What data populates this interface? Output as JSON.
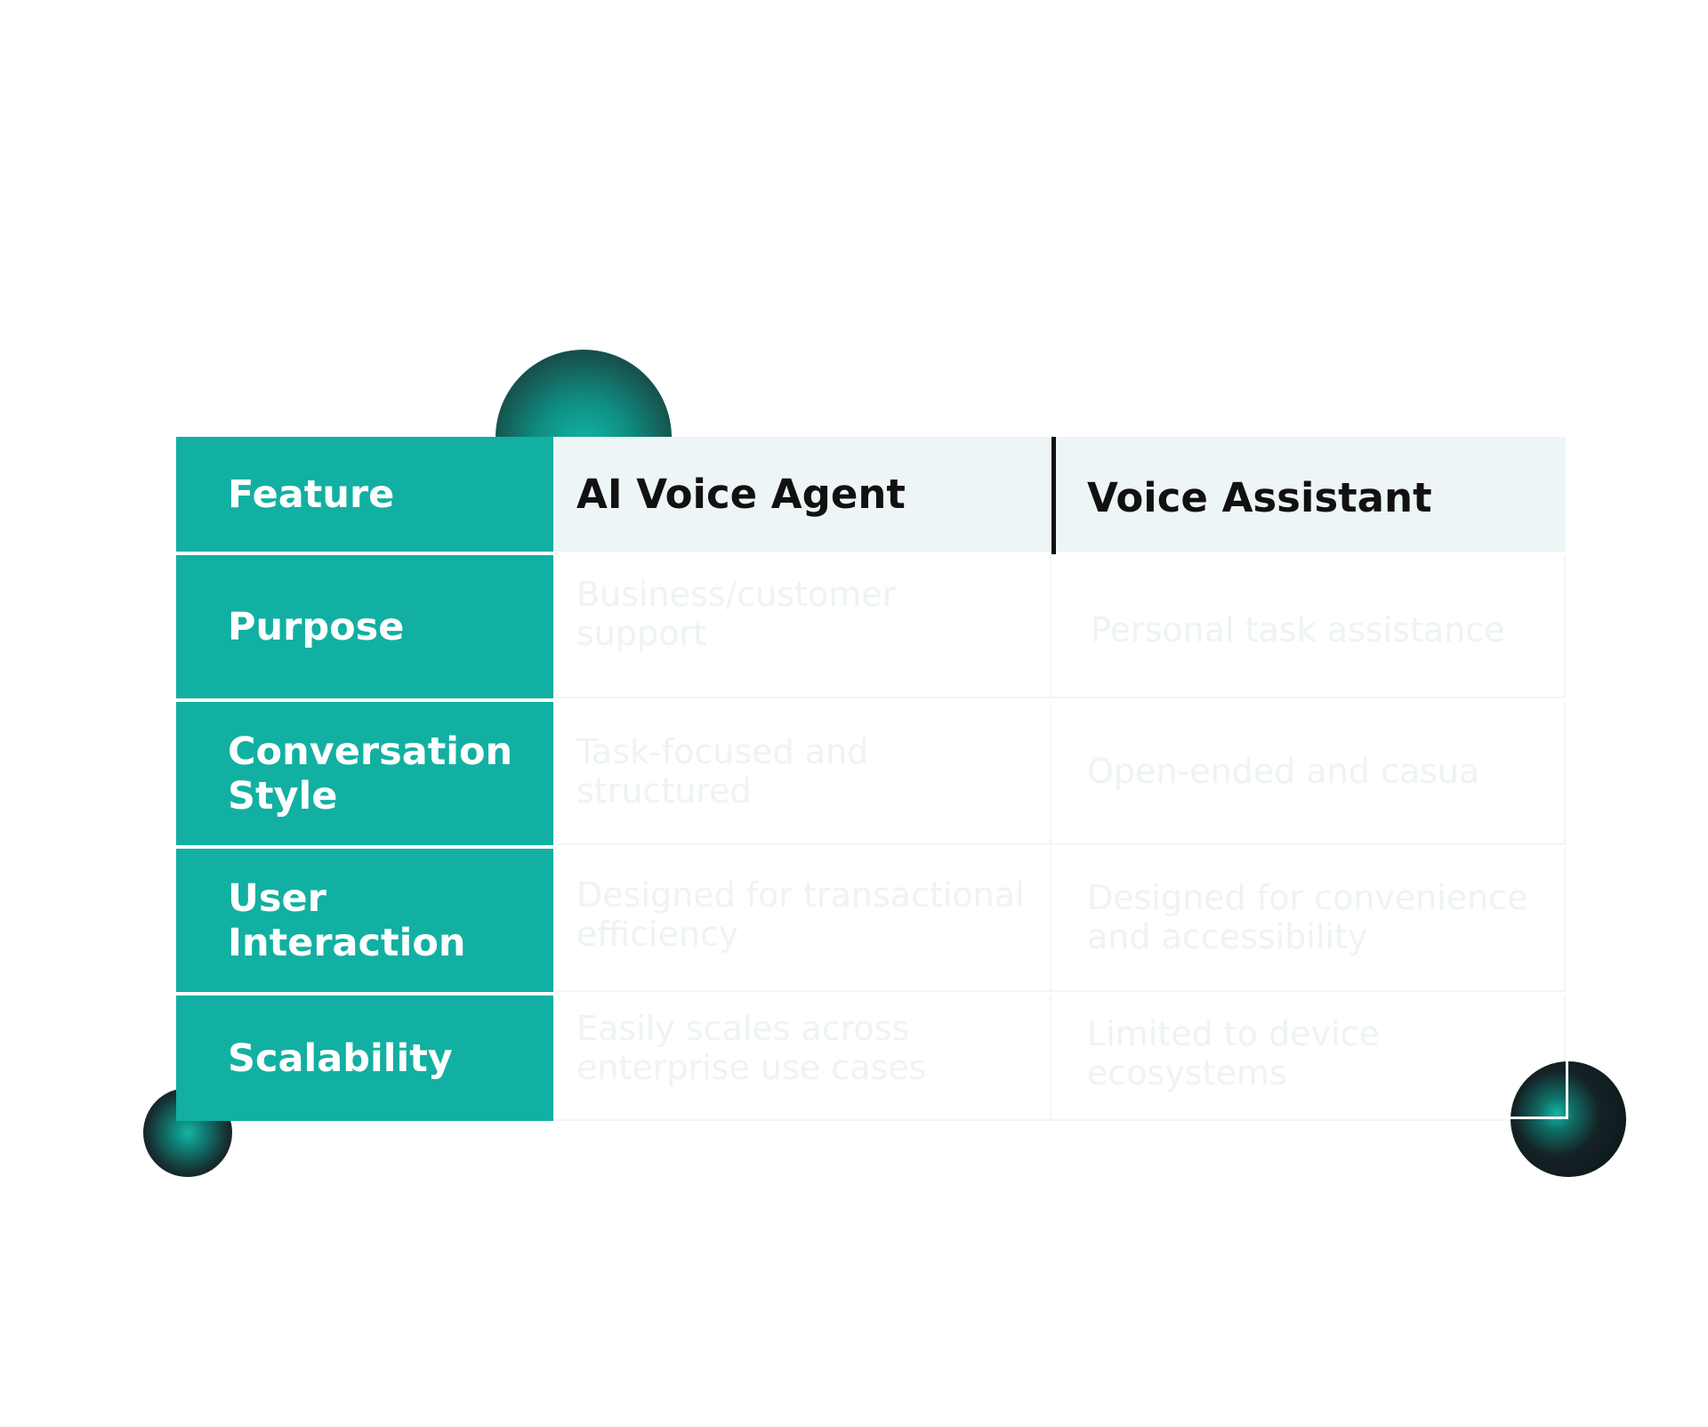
{
  "table": {
    "headers": {
      "feature": "Feature",
      "ai_voice_agent": "AI Voice Agent",
      "voice_assistant": "Voice Assistant"
    },
    "rows": [
      {
        "feature": "Purpose",
        "ai_voice_agent": "Business/customer support",
        "voice_assistant": "Personal task assistance"
      },
      {
        "feature": "Conversation Style",
        "ai_voice_agent": "Task-focused and structured",
        "voice_assistant": "Open-ended and casua"
      },
      {
        "feature": "User Interaction",
        "ai_voice_agent": "Designed for transactional efficiency",
        "voice_assistant": "Designed for convenience and accessibility"
      },
      {
        "feature": "Scalability",
        "ai_voice_agent": "Easily scales across enterprise use cases",
        "voice_assistant": "Limited to device ecosystems"
      }
    ]
  },
  "colors": {
    "feature_column": "#12b0a2",
    "header_background": "#edf5f7",
    "orb_teal": "#14b5a5",
    "orb_dark": "#0b1114"
  }
}
